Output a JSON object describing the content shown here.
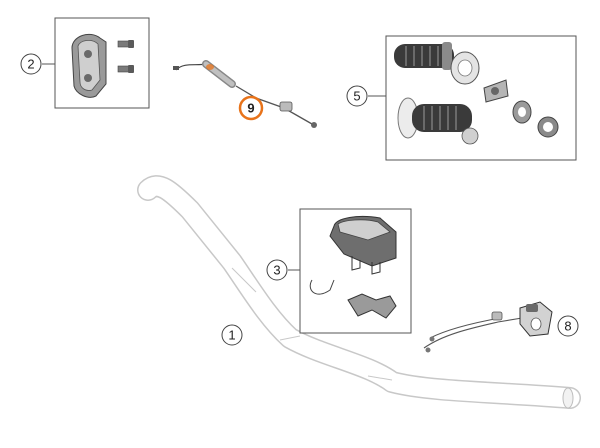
{
  "callouts": {
    "handlebar": "1",
    "clamp": "2",
    "pad": "3",
    "grips": "5",
    "switch": "8",
    "throttle_cable": "9"
  },
  "colors": {
    "highlight": "#e8731a",
    "line": "#555555",
    "part_dark": "#3a3a3a",
    "part_mid": "#8a8a8a",
    "part_light": "#d9d9d9"
  }
}
